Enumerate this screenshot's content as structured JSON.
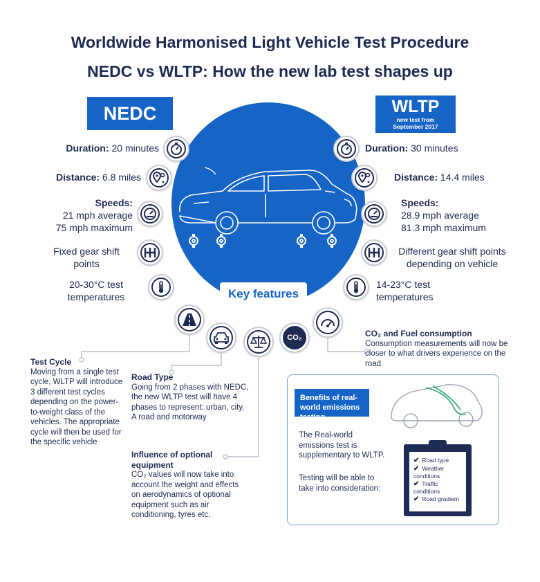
{
  "title_line1": "Worldwide Harmonised Light Vehicle Test Procedure",
  "title_line2": "NEDC vs WLTP: How the new lab test shapes up",
  "nedc": {
    "badge": "NEDC",
    "duration_label": "Duration:",
    "duration_value": " 20 minutes",
    "distance_label": "Distance:",
    "distance_value": " 6.8 miles",
    "speeds_label": "Speeds:",
    "speed_avg": "21 mph average",
    "speed_max": "75 mph maximum",
    "gear_line1": "Fixed  gear shift",
    "gear_line2": "points",
    "temp_line1": "20-30°C test",
    "temp_line2": "temperatures"
  },
  "wltp": {
    "badge": "WLTP",
    "badge_sub1": "new test from",
    "badge_sub2": "September 2017",
    "duration_label": "Duration:",
    "duration_value": " 30 minutes",
    "distance_label": "Distance:",
    "distance_value": " 14.4 miles",
    "speeds_label": "Speeds:",
    "speed_avg": "28.9 mph average",
    "speed_max": "81.3 mph maximum",
    "gear_line1": "Different gear shift points",
    "gear_line2": "depending on vehicle",
    "temp_line1": "14-23°C test",
    "temp_line2": "temperatures"
  },
  "key_features": "Key features",
  "co2_badge": "CO₂",
  "features": {
    "co2": {
      "title": "CO₂ and Fuel consumption",
      "body": "Consumption measurements will now be closer to what drivers experience on the road"
    },
    "test_cycle": {
      "title": "Test Cycle",
      "body": "Moving from a single test cycle, WLTP will introduce 3 different test cycles depending on the power-to-weight class of the vehicles. The appropriate cycle will then be used for the specific vehicle"
    },
    "road_type": {
      "title": "Road Type",
      "body": "Going from 2 phases with NEDC, the new WLTP test will have 4 phases to represent: urban, city, A road and motorway"
    },
    "optional": {
      "title": "Influence of optional equipment",
      "body": "CO₂ values will now take into account the weight and effects on aerodynamics of optional equipment such as air conditioning, tyres etc."
    }
  },
  "benefits": {
    "title": "Benefits of real-world emissions testing",
    "text1": "The Real-world emissions test is supplementary to WLTP.",
    "text2": "Testing will be able to take into consideration:",
    "checklist": [
      "Road type",
      "Weather conditions",
      "Traffic conditions",
      "Road gradient"
    ]
  },
  "colors": {
    "primary": "#1664c6",
    "navy": "#1d2a52",
    "ring": "#c7ccd6"
  },
  "icons": [
    "stopwatch-icon",
    "map-pin-icon",
    "speedometer-icon",
    "gear-shift-icon",
    "thermometer-icon",
    "road-icon",
    "car-front-icon",
    "scales-icon",
    "co2-cloud-icon",
    "fuel-gauge-icon",
    "car-illustration",
    "checkmark-icon"
  ]
}
